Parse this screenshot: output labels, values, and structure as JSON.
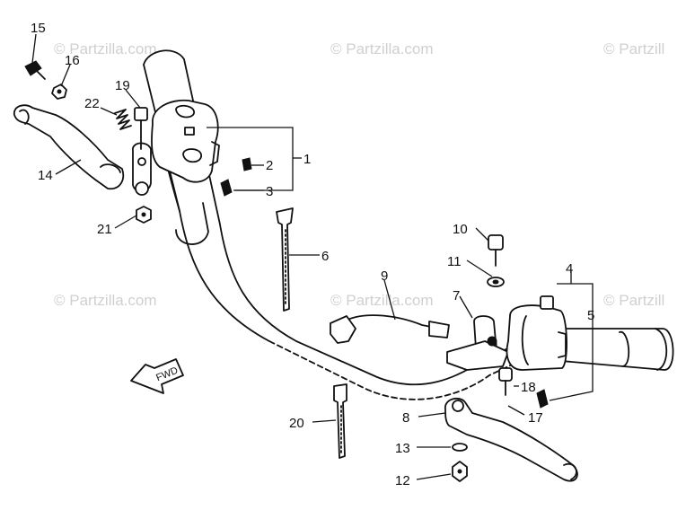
{
  "watermarks": [
    "© Partzilla.com",
    "© Partzilla.com",
    "© Partzill",
    "© Partzilla.com",
    "© Partzilla.com",
    "© Partzill"
  ],
  "callouts": {
    "c1": "1",
    "c2": "2",
    "c3": "3",
    "c4": "4",
    "c5": "5",
    "c6": "6",
    "c7": "7",
    "c8": "8",
    "c9": "9",
    "c10": "10",
    "c11": "11",
    "c12": "12",
    "c13": "13",
    "c14": "14",
    "c15": "15",
    "c16": "16",
    "c17": "17",
    "c18": "18",
    "c19": "19",
    "c20": "20",
    "c21": "21",
    "c22": "22"
  },
  "fwd_label": "FWD",
  "colors": {
    "ink": "#111111",
    "watermark": "#d0d0d0",
    "background": "#ffffff"
  }
}
